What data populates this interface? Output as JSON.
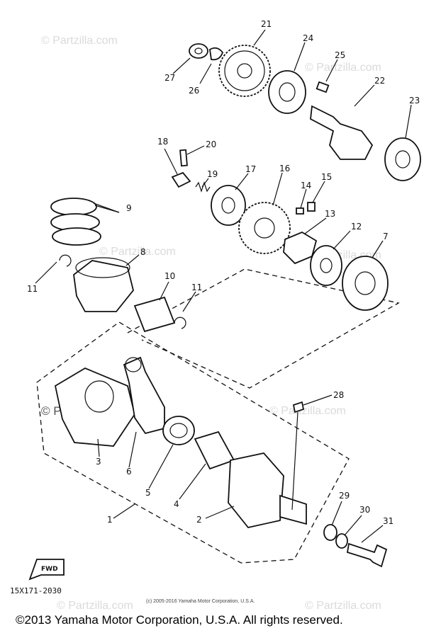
{
  "watermark": "© Partzilla.com",
  "callouts": [
    "1",
    "2",
    "3",
    "4",
    "5",
    "6",
    "7",
    "8",
    "9",
    "10",
    "11",
    "11",
    "12",
    "13",
    "14",
    "15",
    "16",
    "17",
    "18",
    "19",
    "20",
    "21",
    "22",
    "23",
    "24",
    "25",
    "26",
    "27",
    "28",
    "29",
    "30",
    "31"
  ],
  "fwd_label": "FWD",
  "diagram_code": "15X171-2030",
  "inner_copyright": "(c) 2005-2016 Yamaha Motor Corporation, U.S.A.",
  "footer_copyright": "©2013 Yamaha Motor Corporation, U.S.A. All rights reserved."
}
